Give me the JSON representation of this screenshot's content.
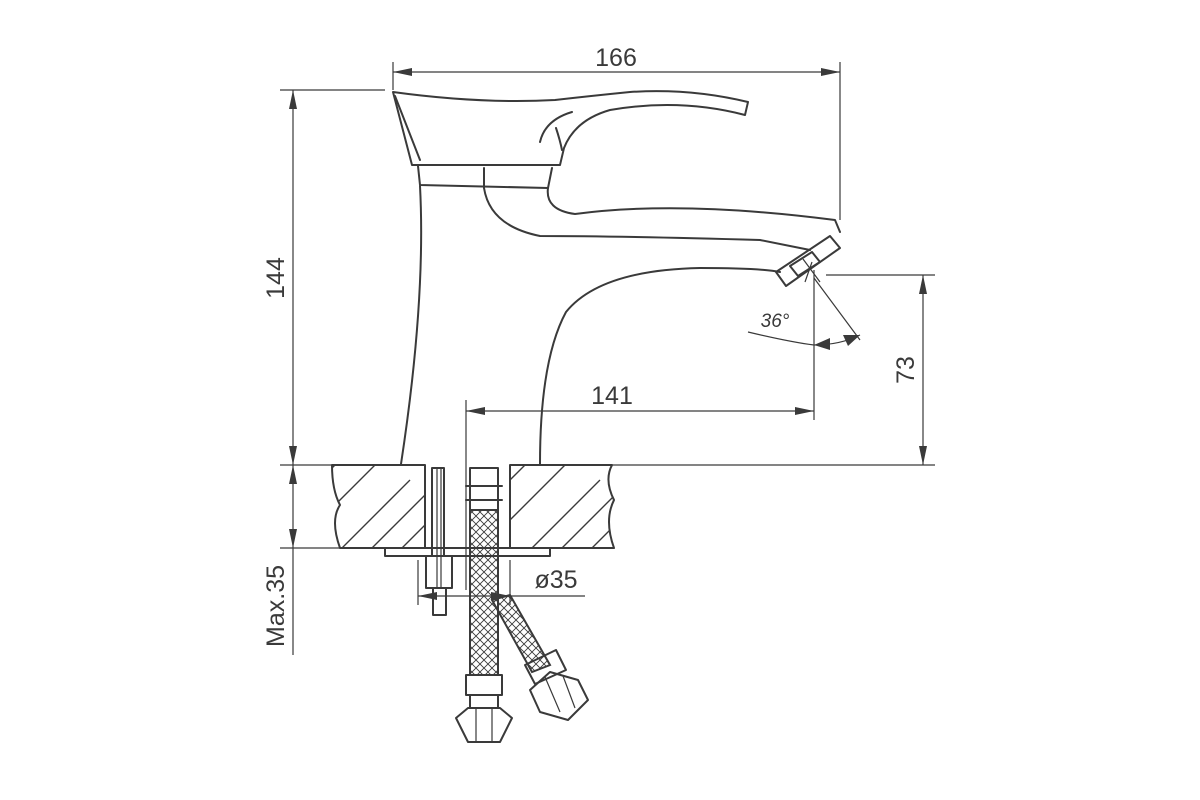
{
  "dimensions": {
    "overall_width": "166",
    "overall_height": "144",
    "spout_height": "73",
    "spout_reach": "141",
    "aerator_angle": "36°",
    "max_counter_thickness": "Max.35",
    "mounting_hole_diameter": "ø35"
  }
}
